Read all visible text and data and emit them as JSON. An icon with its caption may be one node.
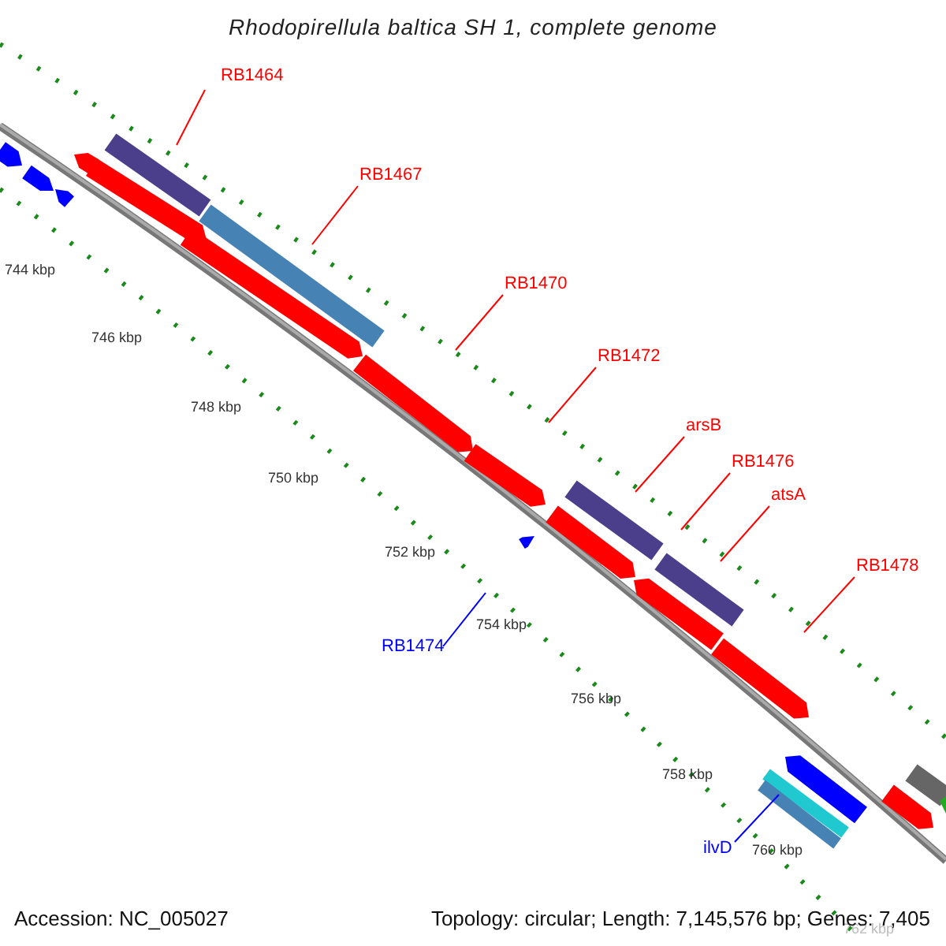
{
  "diagram": {
    "title": "Rhodopirellula baltica SH 1, complete genome",
    "nodes": [
      {
        "text": [
          "RB1464"
        ]
      },
      {
        "text": [
          "RB1467"
        ]
      },
      {
        "text": [
          "RB1470"
        ]
      },
      {
        "text": [
          "RB1472"
        ]
      },
      {
        "text": [
          "arsB"
        ]
      },
      {
        "text": [
          "RB1476"
        ]
      },
      {
        "text": [
          "atsA"
        ]
      },
      {
        "text": [
          "RB1478"
        ]
      },
      {
        "text": [
          "RB1474"
        ]
      },
      {
        "text": [
          "ilvD"
        ]
      }
    ],
    "edges": [
      {
        "from": 0,
        "to": null,
        "arrow": "none"
      },
      {
        "from": 1,
        "to": null,
        "arrow": "none"
      },
      {
        "from": 2,
        "to": null,
        "arrow": "none"
      },
      {
        "from": 3,
        "to": null,
        "arrow": "none"
      },
      {
        "from": 4,
        "to": null,
        "arrow": "none"
      },
      {
        "from": 5,
        "to": null,
        "arrow": "none"
      },
      {
        "from": 6,
        "to": null,
        "arrow": "none"
      },
      {
        "from": 7,
        "to": null,
        "arrow": "none"
      },
      {
        "from": 8,
        "to": null,
        "arrow": "none",
        "color": "#0000ff"
      },
      {
        "from": 9,
        "to": null,
        "arrow": "none",
        "color": "#0000ff"
      }
    ],
    "labels": [
      "744 kbp",
      "746 kbp",
      "748 kbp",
      "750 kbp",
      "752 kbp",
      "754 kbp",
      "756 kbp",
      "758 kbp",
      "760 kbp",
      "762 kbp",
      "Accession: NC_005027",
      "Topology: circular; Length: 7,145,576 bp; Genes: 7,405"
    ]
  }
}
